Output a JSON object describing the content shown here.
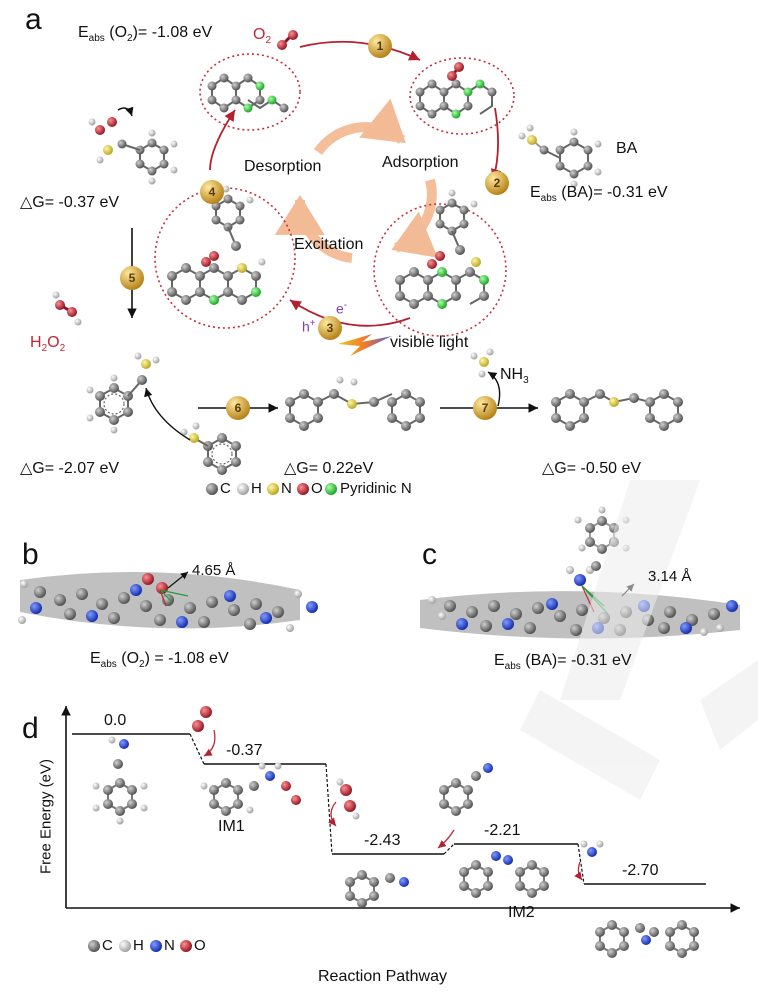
{
  "panel_a": {
    "letter": "a",
    "eabs_o2_prefix": "E",
    "eabs_o2_sub": "abs",
    "eabs_o2_rest": " (O",
    "eabs_o2_sub2": "2",
    "eabs_o2_value": ")= -1.08 eV",
    "o2_label": "O",
    "o2_sub": "2",
    "ba_label": "BA",
    "eabs_ba_prefix": "E",
    "eabs_ba_sub": "abs",
    "eabs_ba_value": " (BA)= -0.31 eV",
    "dg_step4": "△G= -0.37 eV",
    "desorption": "Desorption",
    "adsorption": "Adsorption",
    "excitation": "Excitation",
    "electron": "e",
    "electron_sup": "-",
    "hole": "h",
    "hole_sup": "+",
    "visible_light": "visible light",
    "h2o2_label": "H",
    "h2o2_sub1": "2",
    "h2o2_mid": "O",
    "h2o2_sub2": "2",
    "nh3_label": "NH",
    "nh3_sub": "3",
    "dg_step5": "△G= -2.07 eV",
    "dg_step6": "△G= 0.22eV",
    "dg_step7": "△G= -0.50 eV",
    "steps": [
      "1",
      "2",
      "3",
      "4",
      "5",
      "6",
      "7"
    ],
    "legend": {
      "c": "C",
      "h": "H",
      "n": "N",
      "o": "O",
      "pyridinic_n": "Pyridinic N"
    }
  },
  "panel_b": {
    "letter": "b",
    "distance": "4.65 Å",
    "eabs_prefix": "E",
    "eabs_sub": "abs",
    "eabs_rest": " (O",
    "eabs_sub2": "2",
    "eabs_value": ") = -1.08 eV"
  },
  "panel_c": {
    "letter": "c",
    "distance": "3.14 Å",
    "eabs_prefix": "E",
    "eabs_sub": "abs",
    "eabs_value": " (BA)= -0.31 eV"
  },
  "panel_d": {
    "letter": "d",
    "y_axis_label": "Free Energy (eV)",
    "x_axis_label": "Reaction Pathway",
    "levels": [
      {
        "value": "0.0"
      },
      {
        "value": "-0.37",
        "name": "IM1"
      },
      {
        "value": "-2.43"
      },
      {
        "value": "-2.21",
        "name": "IM2"
      },
      {
        "value": "-2.70"
      }
    ],
    "legend": {
      "c": "C",
      "h": "H",
      "n": "N",
      "o": "O"
    }
  },
  "colors": {
    "carbon": "#6e6e6e",
    "hydrogen": "#d8d8d8",
    "nitrogen": "#e4d23a",
    "nitrogen_blue": "#1f3fd8",
    "oxygen": "#c0283a",
    "pyridinic_n": "#2fcf3a",
    "badge": "#d9a62b",
    "arrow_red": "#b3202e"
  }
}
